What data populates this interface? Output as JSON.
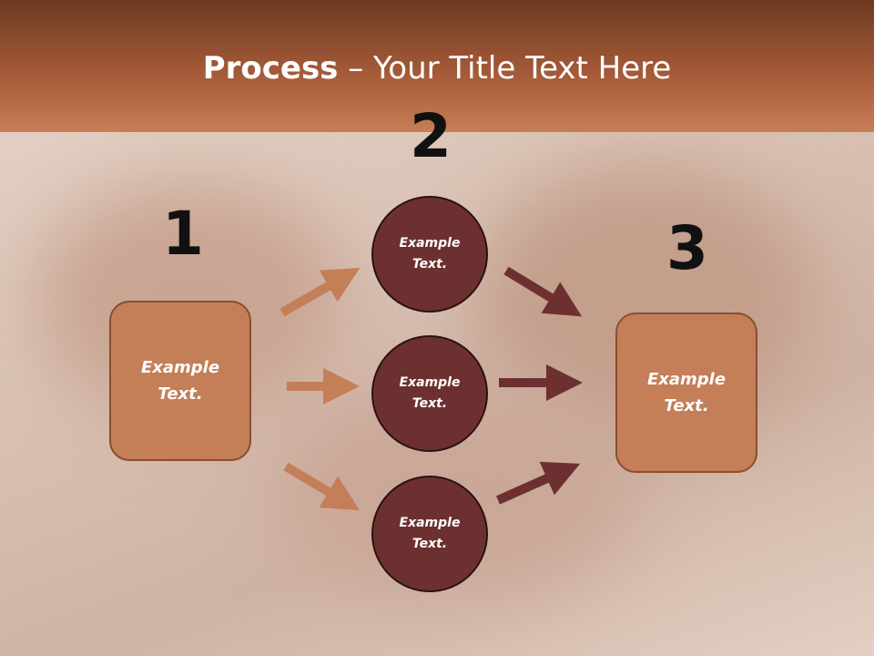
{
  "title": {
    "bold": "Process",
    "rest": " – Your Title Text Here"
  },
  "numbers": {
    "n1": "1",
    "n2": "2",
    "n3": "3"
  },
  "left_box": {
    "text": "Example\nText."
  },
  "circles": [
    {
      "text": "Example\nText."
    },
    {
      "text": "Example\nText."
    },
    {
      "text": "Example\nText."
    }
  ],
  "right_box": {
    "text": "Example\nText."
  },
  "colors": {
    "light_arrow": "#c47e58",
    "dark_arrow": "#6d3030",
    "title_bar": "#a45a38"
  }
}
